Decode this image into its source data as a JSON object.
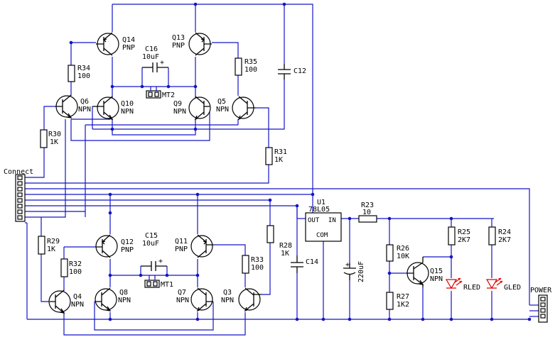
{
  "connectors": {
    "connect": "Connect",
    "power": "POWER",
    "mt1": "MT1",
    "mt2": "MT2"
  },
  "transistors": {
    "q14": {
      "ref": "Q14",
      "type": "PNP"
    },
    "q13": {
      "ref": "Q13",
      "type": "PNP"
    },
    "q6": {
      "ref": "Q6",
      "type": "NPN"
    },
    "q10": {
      "ref": "Q10",
      "type": "NPN"
    },
    "q9": {
      "ref": "Q9",
      "type": "NPN"
    },
    "q5": {
      "ref": "Q5",
      "type": "NPN"
    },
    "q12": {
      "ref": "Q12",
      "type": "PNP"
    },
    "q11": {
      "ref": "Q11",
      "type": "PNP"
    },
    "q4": {
      "ref": "Q4",
      "type": "NPN"
    },
    "q8": {
      "ref": "Q8",
      "type": "NPN"
    },
    "q7": {
      "ref": "Q7",
      "type": "NPN"
    },
    "q3": {
      "ref": "Q3",
      "type": "NPN"
    },
    "q15": {
      "ref": "Q15",
      "type": "NPN"
    }
  },
  "resistors": {
    "r34": {
      "ref": "R34",
      "value": "100"
    },
    "r35": {
      "ref": "R35",
      "value": "100"
    },
    "r30": {
      "ref": "R30",
      "value": "1K"
    },
    "r31": {
      "ref": "R31",
      "value": "1K"
    },
    "r29": {
      "ref": "R29",
      "value": "1K"
    },
    "r32": {
      "ref": "R32",
      "value": "100"
    },
    "r33": {
      "ref": "R33",
      "value": "100"
    },
    "r28": {
      "ref": "R28",
      "value": "1K"
    },
    "r23": {
      "ref": "R23",
      "value": "10"
    },
    "r26": {
      "ref": "R26",
      "value": "10K"
    },
    "r27": {
      "ref": "R27",
      "value": "1K2"
    },
    "r25": {
      "ref": "R25",
      "value": "2K7"
    },
    "r24": {
      "ref": "R24",
      "value": "2K7"
    }
  },
  "capacitors": {
    "c16": {
      "ref": "C16",
      "value": "10uF"
    },
    "c15": {
      "ref": "C15",
      "value": "10uF"
    },
    "c12": {
      "ref": "C12"
    },
    "c14": {
      "ref": "C14"
    },
    "c220": {
      "value": "220uF"
    }
  },
  "regulator": {
    "ref": "U1",
    "part": "78L05",
    "pin_out": "OUT",
    "pin_in": "IN",
    "pin_com": "COM"
  },
  "leds": {
    "rled": "RLED",
    "gled": "GLED"
  },
  "polarity": {
    "plus": "+"
  }
}
